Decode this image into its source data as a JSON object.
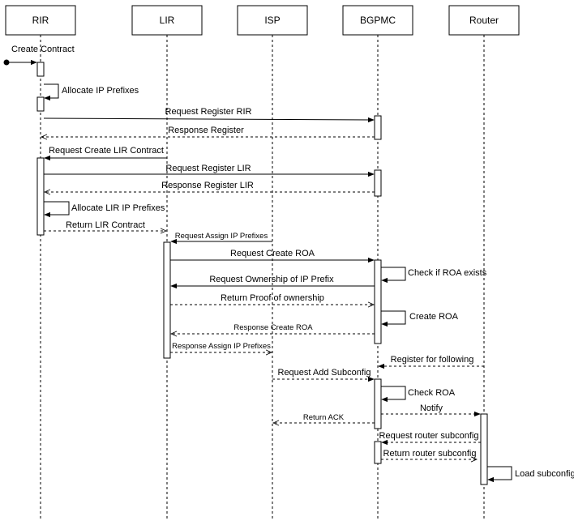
{
  "participants": [
    {
      "id": "rir",
      "label": "RIR"
    },
    {
      "id": "lir",
      "label": "LIR"
    },
    {
      "id": "isp",
      "label": "ISP"
    },
    {
      "id": "bgpmc",
      "label": "BGPMC"
    },
    {
      "id": "router",
      "label": "Router"
    }
  ],
  "messages": {
    "create_contract": "Create Contract",
    "allocate_ip_prefixes": "Allocate IP Prefixes",
    "request_register_rir": "Request  Register RIR",
    "response_register": "Response Register",
    "request_create_lir_contract": "Request Create  LIR Contract",
    "request_register_lir": "Request Register LIR",
    "response_register_lir": "Response Register LIR",
    "allocate_lir_ip_prefixes": "Allocate LIR IP Prefixes",
    "return_lir_contract": "Return LIR Contract",
    "request_assign_ip_prefixes": "Request Assign IP Prefixes",
    "request_create_roa": "Request Create ROA",
    "check_if_roa_exists": "Check if ROA exists",
    "request_ownership_of_ip_prefix": "Request Ownership of IP Prefix",
    "return_proof_of_ownership": "Return Proof of ownership",
    "create_roa": "Create ROA",
    "response_create_roa": "Response Create ROA",
    "response_assign_ip_prefixes": "Response Assign IP Prefixes",
    "register_for_following": "Register for following",
    "request_add_subconfig": "Request Add Subconfig",
    "check_roa": "Check ROA",
    "notify": "Notify",
    "return_ack": "Return ACK",
    "request_router_subconfig": "Request  router subconfig",
    "return_router_subconfig": "Return router subconfig",
    "load_subconfig": "Load subconfig"
  }
}
